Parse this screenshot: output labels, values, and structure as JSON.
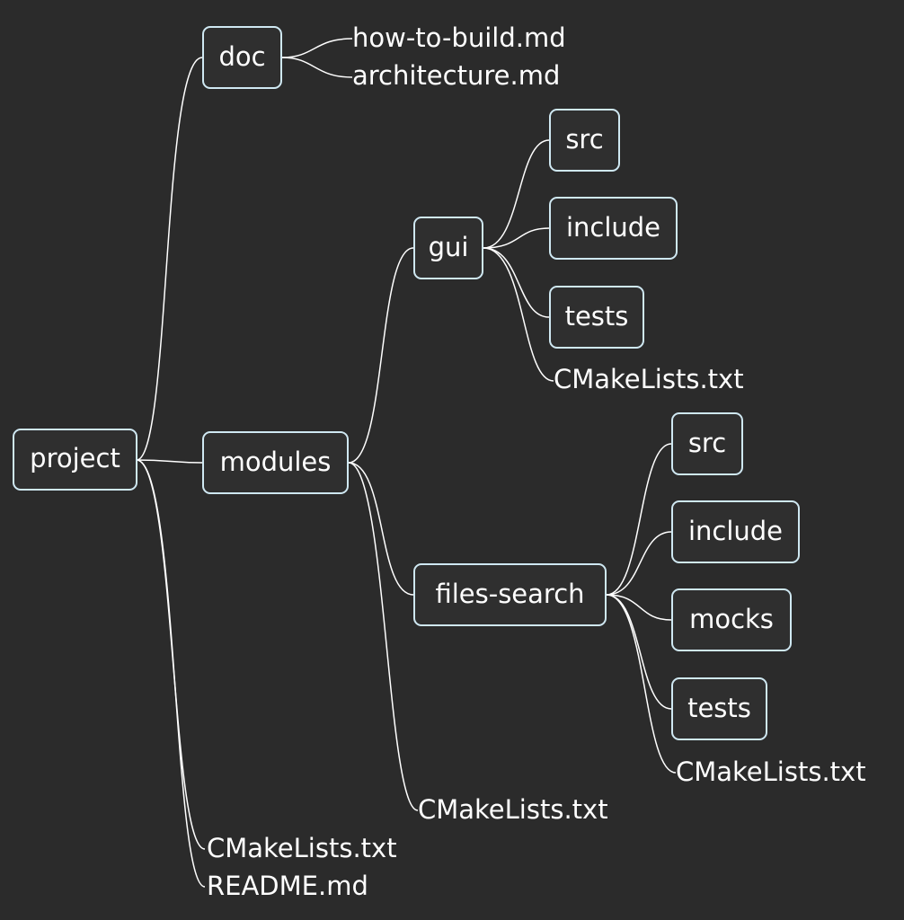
{
  "colors": {
    "background": "#2b2b2b",
    "line": "#ffffff",
    "box_border": "#cfe8f2",
    "text": "#ffffff"
  },
  "tree": {
    "root": "project",
    "doc": {
      "label": "doc",
      "files": [
        "how-to-build.md",
        "architecture.md"
      ]
    },
    "modules": {
      "label": "modules",
      "gui": {
        "label": "gui",
        "dirs": [
          "src",
          "include",
          "tests"
        ],
        "file": "CMakeLists.txt"
      },
      "files_search": {
        "label": "files-search",
        "dirs": [
          "src",
          "include",
          "mocks",
          "tests"
        ],
        "file": "CMakeLists.txt"
      },
      "file": "CMakeLists.txt"
    },
    "files": [
      "CMakeLists.txt",
      "README.md"
    ]
  }
}
